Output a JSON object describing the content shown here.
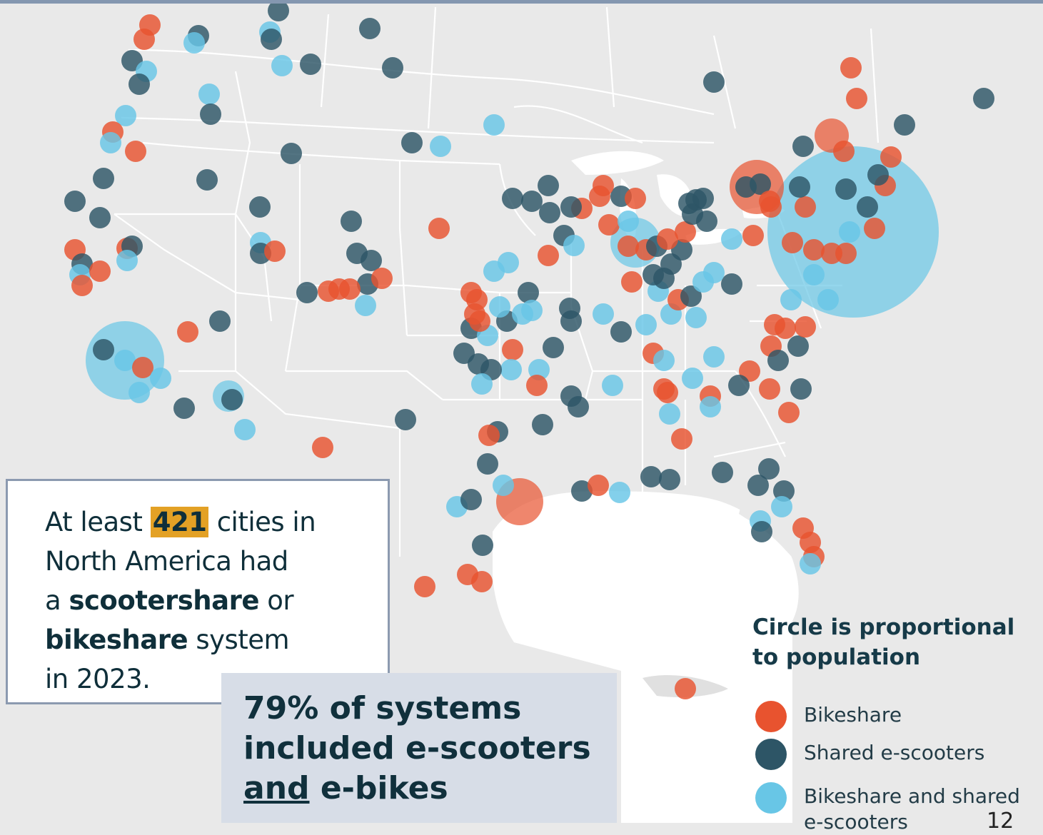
{
  "stat_box": {
    "prefix": "At least ",
    "count": "421",
    "line1_rest": " cities in",
    "line2": "North America had",
    "line3_a": "a ",
    "line3_bold": "scootershare",
    "line3_rest": " or",
    "line4_bold": "bikeshare",
    "line4_rest": " system",
    "line5": "in 2023."
  },
  "callout": {
    "line1": "79% of systems",
    "line2": "included e-scooters",
    "line3_underlined": "and",
    "line3_rest": " e-bikes"
  },
  "legend": {
    "title_line1": "Circle is proportional",
    "title_line2": "to population",
    "items": [
      {
        "label": "Bikeshare",
        "color": "#e8532f"
      },
      {
        "label": "Shared e-scooters",
        "color": "#2d5566"
      },
      {
        "label": "Bikeshare and shared e-scooters",
        "color": "#68c6e6"
      }
    ]
  },
  "page_number": "12",
  "colors": {
    "bikeshare": "#e8532f",
    "scooters": "#2d5566",
    "both": "#68c6e6",
    "land": "#e9e9e9",
    "ocean": "#ffffff",
    "accent": "#e3a125"
  }
}
